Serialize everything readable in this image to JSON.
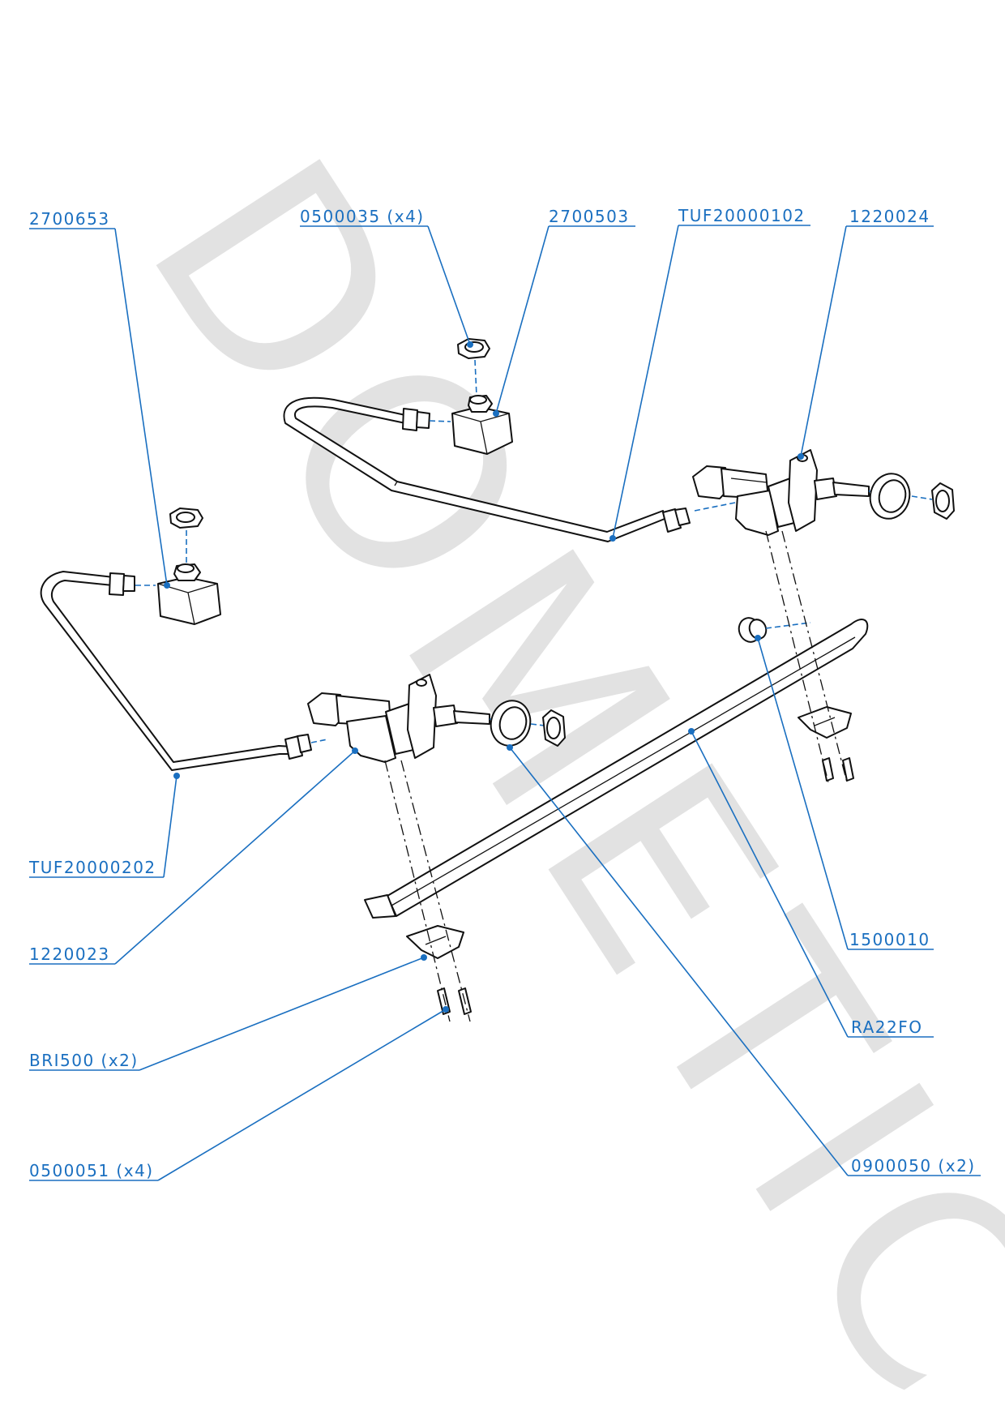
{
  "watermark": "DOMETIC",
  "colors": {
    "callout": "#1a6fc0",
    "line": "#111111",
    "watermark": "#e2e2e2"
  },
  "callouts": [
    {
      "id": "c-2700653",
      "label": "2700653"
    },
    {
      "id": "c-0500035",
      "label": "0500035 (x4)"
    },
    {
      "id": "c-2700503",
      "label": "2700503"
    },
    {
      "id": "c-TUF20000102",
      "label": "TUF20000102"
    },
    {
      "id": "c-1220024",
      "label": "1220024"
    },
    {
      "id": "c-TUF20000202",
      "label": "TUF20000202"
    },
    {
      "id": "c-1220023",
      "label": "1220023"
    },
    {
      "id": "c-BRI500",
      "label": "BRI500 (x2)"
    },
    {
      "id": "c-0500051",
      "label": "0500051 (x4)"
    },
    {
      "id": "c-1500010",
      "label": "1500010"
    },
    {
      "id": "c-RA22FO",
      "label": "RA22FO"
    },
    {
      "id": "c-0900050",
      "label": "0900050 (x2)"
    }
  ]
}
